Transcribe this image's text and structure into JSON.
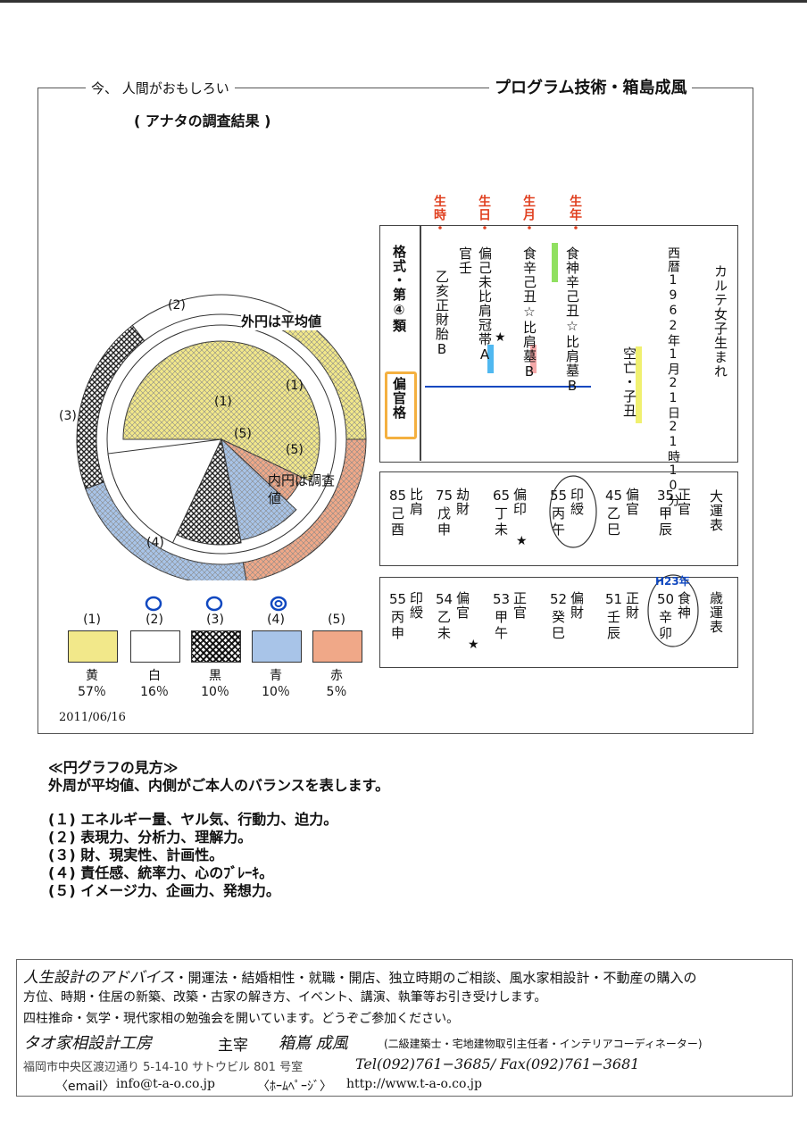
{
  "header": {
    "left": "今、 人間がおもしろい",
    "right": "プログラム技術・箱島成風",
    "subtitle": "( アナタの調査結果 )"
  },
  "chart_data": {
    "type": "pie",
    "outer_label": "外円は平均値",
    "inner_label": "内円は調査値",
    "categories": [
      "(1)",
      "(2)",
      "(3)",
      "(4)",
      "(5)"
    ],
    "legend": [
      {
        "num": "(1)",
        "name": "黄",
        "pct": "57％",
        "value": 57,
        "color": "#f2e88a"
      },
      {
        "num": "(2)",
        "name": "白",
        "pct": "16％",
        "value": 16,
        "color": "#ffffff"
      },
      {
        "num": "(3)",
        "name": "黒",
        "pct": "10％",
        "value": 10,
        "color": "#444444"
      },
      {
        "num": "(4)",
        "name": "青",
        "pct": "10％",
        "value": 10,
        "color": "#a8c4e8"
      },
      {
        "num": "(5)",
        "name": "赤",
        "pct": "5％",
        "value": 5,
        "color": "#f0a888"
      }
    ]
  },
  "date": "2011/06/16",
  "pillars": {
    "headers": [
      "生時・",
      "生日・",
      "生月・",
      "生年・"
    ],
    "side_vertical": "格式・第④類",
    "side_box": "偏官格",
    "col_time": "乙亥正財胎B",
    "col_time2": "官壬",
    "col_day": "偏己未比肩冠帯A",
    "col_month": "食辛己丑☆比肩墓B",
    "col_year": "食神辛己丑☆比肩墓B",
    "col_seireki": "西暦1962年1月21日21時10分",
    "col_karte": "カルテ女子生まれ",
    "kubo": "空亡・子丑",
    "star": "★"
  },
  "taiun": {
    "title": "大運表",
    "items": [
      {
        "age": "85",
        "top": "比肩",
        "gan": "己",
        "zhi": "酉"
      },
      {
        "age": "75",
        "top": "劫財",
        "gan": "戊",
        "zhi": "申"
      },
      {
        "age": "65",
        "top": "偏印",
        "gan": "丁",
        "zhi": "未"
      },
      {
        "age": "55",
        "top": "印綬",
        "gan": "丙",
        "zhi": "午"
      },
      {
        "age": "45",
        "top": "偏官",
        "gan": "乙",
        "zhi": "巳"
      },
      {
        "age": "35",
        "top": "正官",
        "gan": "甲",
        "zhi": "辰"
      }
    ]
  },
  "saiun": {
    "title": "歳運表",
    "note": "H23年",
    "items": [
      {
        "age": "55",
        "top": "印綬",
        "gan": "丙",
        "zhi": "申"
      },
      {
        "age": "54",
        "top": "偏官",
        "gan": "乙",
        "zhi": "未"
      },
      {
        "age": "53",
        "top": "正官",
        "gan": "甲",
        "zhi": "午"
      },
      {
        "age": "52",
        "top": "偏財",
        "gan": "癸",
        "zhi": "巳"
      },
      {
        "age": "51",
        "top": "正財",
        "gan": "壬",
        "zhi": "辰"
      },
      {
        "age": "50",
        "top": "食神",
        "gan": "辛",
        "zhi": "卯"
      }
    ]
  },
  "notes": {
    "title": "≪円グラフの見方≫",
    "intro": "外周が平均値、内側がご本人のバランスを表します。",
    "items": [
      "(１) エネルギー量、ヤル気、行動力、迫力。",
      "(２) 表現力、分析力、理解力。",
      "(３) 財、現実性、計画性。",
      "(４) 責任感、統率力、心のﾌﾞﾚｰｷ。",
      "(５) イメージ力、企画力、発想力。"
    ]
  },
  "footer": {
    "line1_head": "人生設計のアドバイス",
    "line1": "・開運法・結婚相性・就職・開店、独立時期のご相談、風水家相設計・不動産の購入の",
    "line2": "方位、時期・住居の新築、改築・古家の解き方、イベント、講演、執筆等お引き受けします。",
    "line3": "四柱推命・気学・現代家相の勉強会を開いています。どうぞご参加ください。",
    "company": "タオ家相設計工房",
    "role": "主宰",
    "name": "箱嶌 成風",
    "qual": "(二級建築士・宅地建物取引主任者・インテリアコーディネーター)",
    "address": "福岡市中央区渡辺通り 5-14-10 サトウビル 801 号室",
    "tel": "Tel(092)761−3685/ Fax(092)761−3681",
    "email_label": "〈email〉",
    "email": "info@t-a-o.co.jp",
    "hp_label": "〈ﾎｰﾑﾍﾟｰｼﾞ〉",
    "hp": "http://www.t-a-o.co.jp"
  }
}
